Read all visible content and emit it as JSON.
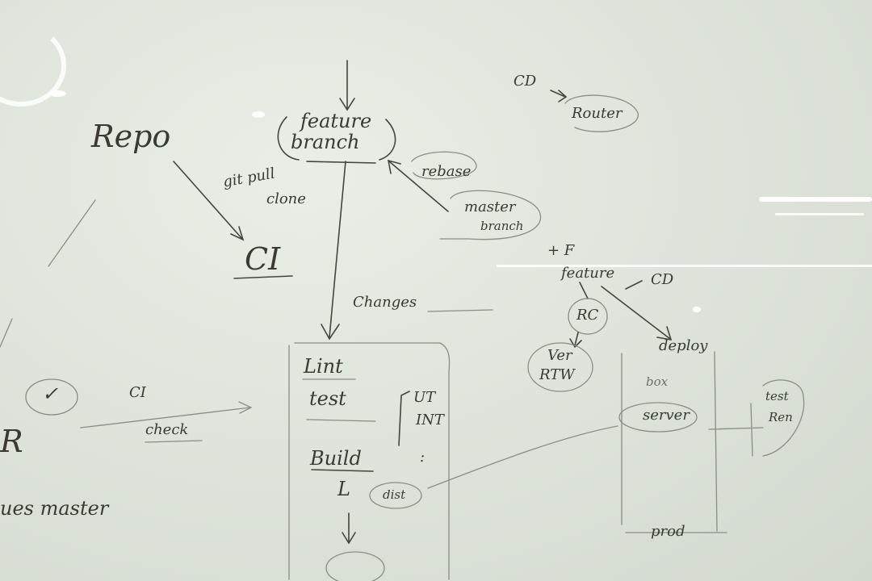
{
  "labels": {
    "repo": "Repo",
    "git_pull": "git pull",
    "clone": "clone",
    "ci_main": "CI",
    "feature": "feature",
    "branch": "branch",
    "rebase": "rebase",
    "master": "master",
    "branch2": "branch",
    "cd_top": "CD",
    "router": "Router",
    "feature2": "feature",
    "cd_mid": "CD",
    "changes": "Changes",
    "lint": "Lint",
    "test": "test",
    "ut": "UT",
    "int": "INT",
    "dots": ":",
    "build": "Build",
    "arrow_l": "L",
    "dist": "dist",
    "rc": "RC",
    "ver": "Ver",
    "rtw": "RTW",
    "deploy": "deploy",
    "box": "box",
    "server": "server",
    "prod": "prod",
    "test_ren1": "test",
    "test_ren2": "Ren",
    "ci_left": "CI",
    "check": "check",
    "checkmark": "✓",
    "letter_r": "R",
    "merges_master": "ues master",
    "plus_f": "+ F"
  }
}
